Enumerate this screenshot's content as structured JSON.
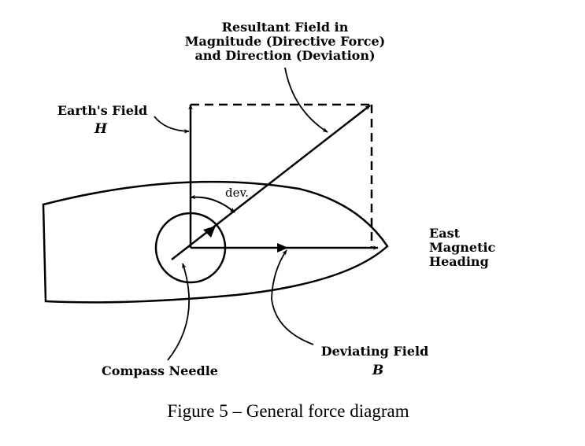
{
  "resultant_label": [
    "Resultant Field in",
    "Magnitude (Directive Force)",
    "and Direction (Deviation)"
  ],
  "earth_field_label": "Earth's Field",
  "earth_field_symbol": "H",
  "deviation_label": "dev.",
  "heading_label": [
    "East",
    "Magnetic",
    "Heading"
  ],
  "deviating_field_label": "Deviating Field",
  "deviating_field_symbol": "B",
  "compass_label": "Compass Needle",
  "caption": "Figure 5 – General force diagram"
}
